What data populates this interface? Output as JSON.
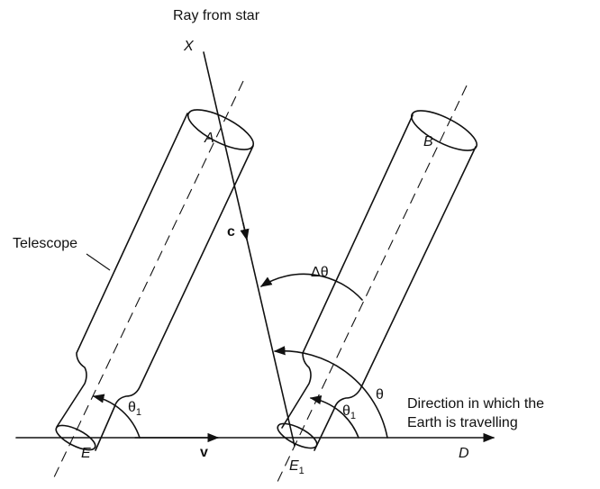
{
  "labels": {
    "ray": "Ray from star",
    "x_point": "X",
    "a_point": "A",
    "b_point": "B",
    "c_vector": "c",
    "telescope": "Telescope",
    "delta_theta": "Δθ",
    "theta": "θ",
    "theta1_left": "θ",
    "theta1_left_sub": "1",
    "theta1_right": "θ",
    "theta1_right_sub": "1",
    "direction_line1": "Direction in which the",
    "direction_line2": "Earth is travelling",
    "e_point": "E",
    "v_vector": "v",
    "e1_point": "E",
    "e1_sub": "1",
    "d_point": "D"
  }
}
